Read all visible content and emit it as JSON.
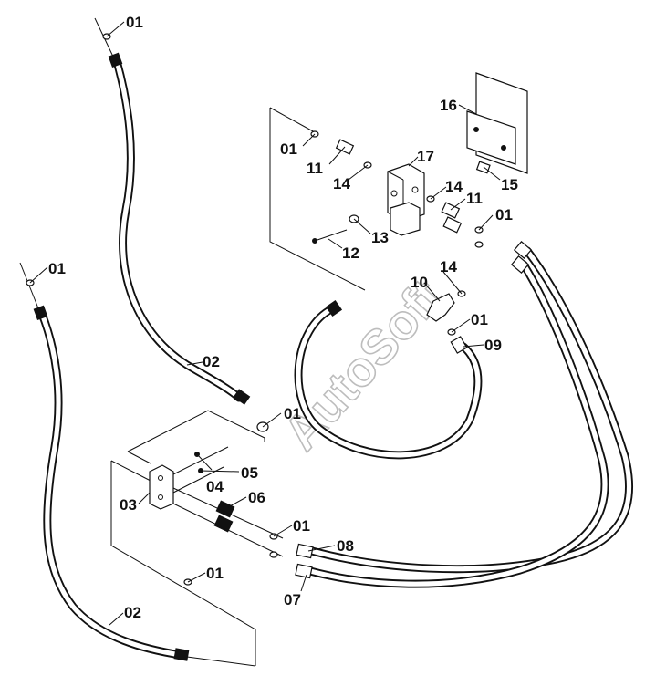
{
  "watermark": "AutoSoft",
  "callouts": {
    "c01_top": "01",
    "c01_left": "01",
    "c01_valve_a": "01",
    "c01_valve_b": "01",
    "c01_mid_a": "01",
    "c01_mid_b": "01",
    "c01_lower_a": "01",
    "c01_lower_b": "01",
    "c02_upper": "02",
    "c02_lower": "02",
    "c03": "03",
    "c04": "04",
    "c05": "05",
    "c06": "06",
    "c07": "07",
    "c08": "08",
    "c09": "09",
    "c10": "10",
    "c11_a": "11",
    "c11_b": "11",
    "c12": "12",
    "c13": "13",
    "c14_a": "14",
    "c14_b": "14",
    "c14_c": "14",
    "c15": "15",
    "c16": "16",
    "c17": "17"
  }
}
